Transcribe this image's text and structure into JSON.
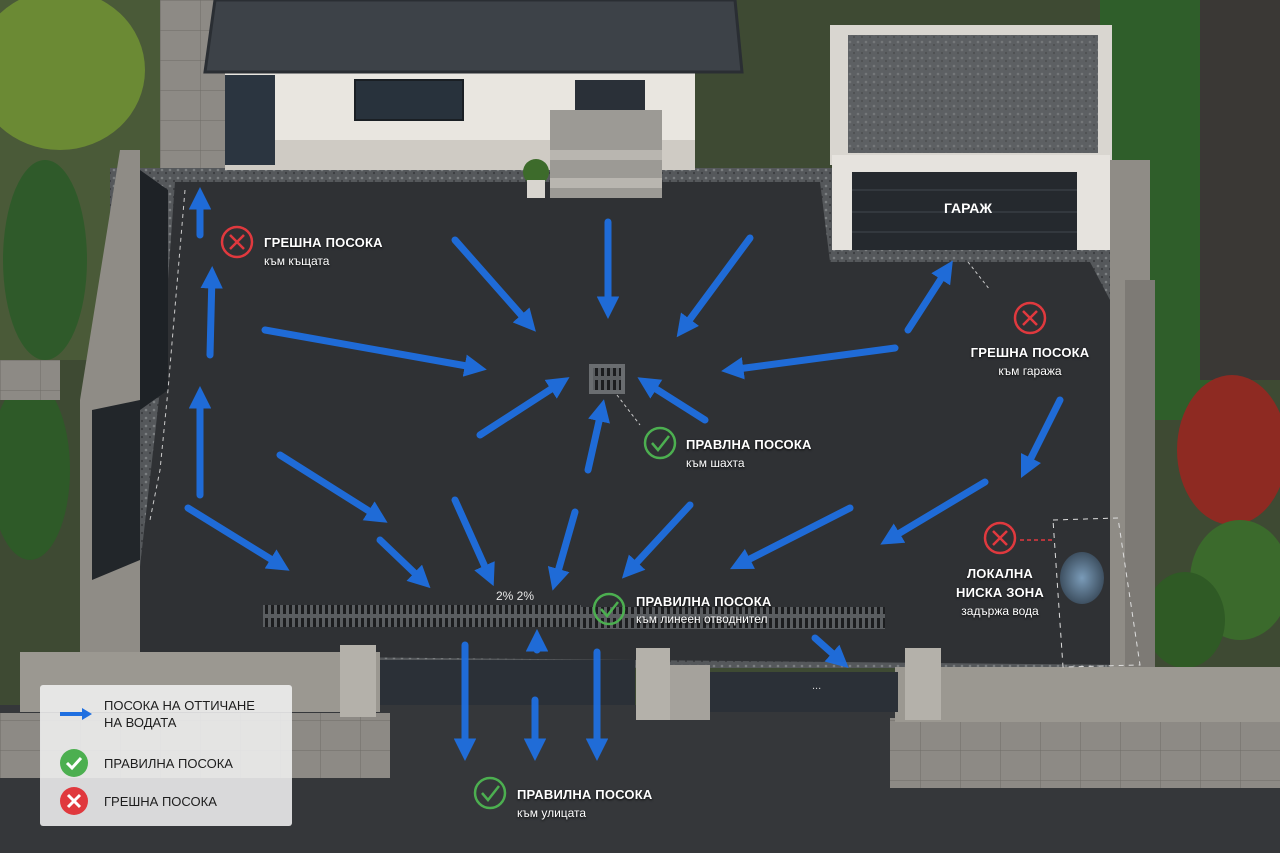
{
  "garage_label": "ГАРАЖ",
  "slope_text": "2% 2%",
  "gate_text": "...",
  "labels": {
    "wrong_house": {
      "title": "ГРЕШНА ПОСОКА",
      "sub": "към къщата"
    },
    "wrong_garage": {
      "title": "ГРЕШНА ПОСОКА",
      "sub": "към гаража"
    },
    "correct_drain": {
      "title": "ПРАВЛНА ПОСОКА",
      "sub": "към шахта"
    },
    "correct_linear": {
      "title": "ПРАВИЛНА ПОСОКА",
      "sub": "към линеен отводнител"
    },
    "low_zone": {
      "title_1": "ЛОКАЛНА",
      "title_2": "НИСКА ЗОНА",
      "sub": "задържа вода"
    },
    "correct_street": {
      "title": "ПРАВИЛНА ПОСОКА",
      "sub": "към улицата"
    }
  },
  "legend": {
    "flow_1": "ПОСОКА НА ОТТИЧАНЕ",
    "flow_2": "НА ВОДАТА",
    "correct": "ПРАВИЛНА ПОСОКА",
    "wrong": "ГРЕШНА ПОСОКА"
  },
  "colors": {
    "arrow": "#1f6fe0",
    "correct": "#4caf50",
    "wrong": "#e0393e",
    "asphalt": "#2f3134"
  },
  "icons": {
    "correct": "check-circle-icon",
    "wrong": "x-circle-icon",
    "flow": "arrow-right-icon"
  }
}
